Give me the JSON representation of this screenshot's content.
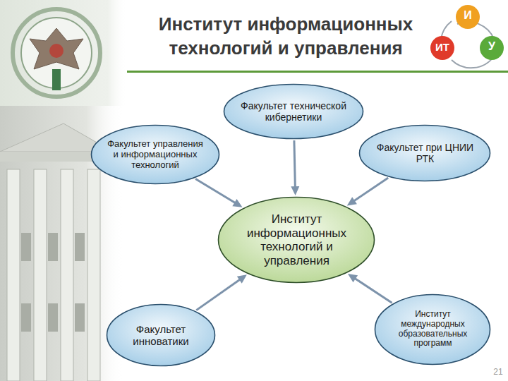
{
  "diagram": {
    "title": "Институт информационных технологий и управления",
    "nodes": [
      {
        "text": [
          "Факультет технической кибернетики"
        ]
      },
      {
        "text": [
          "Факультет управления и информационных технологий"
        ]
      },
      {
        "text": [
          "Факультет при ЦНИИ РТК"
        ]
      },
      {
        "text": [
          "Институт информационных технологий и управления"
        ]
      },
      {
        "text": [
          "Факультет инноватики"
        ]
      },
      {
        "text": [
          "Институт международных образовательных программ"
        ]
      }
    ],
    "edges": [
      {
        "from": 0,
        "to": 3,
        "arrow": "to"
      },
      {
        "from": 1,
        "to": 3,
        "arrow": "to"
      },
      {
        "from": 2,
        "to": 3,
        "arrow": "to"
      },
      {
        "from": 4,
        "to": 3,
        "arrow": "to"
      },
      {
        "from": 5,
        "to": 3,
        "arrow": "to"
      }
    ],
    "labels": [
      "И",
      "ИТ",
      "У",
      "21"
    ]
  }
}
